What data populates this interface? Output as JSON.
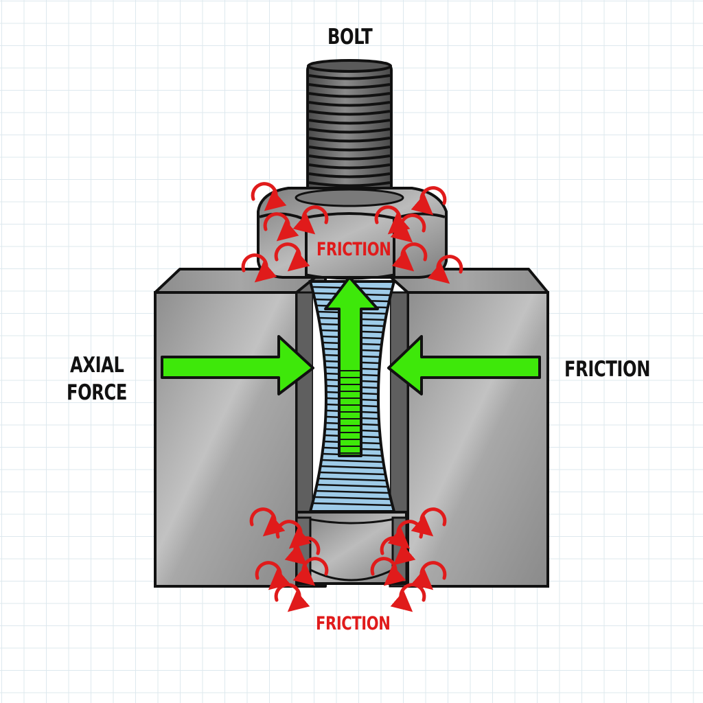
{
  "diagram": {
    "title": "Bolted joint force diagram",
    "labels": {
      "bolt": "BOLT",
      "axial_force_line1": "AXIAL",
      "axial_force_line2": "FORCE",
      "friction_right": "FRICTION",
      "friction_nut": "FRICTION",
      "friction_bottom": "FRICTION"
    },
    "components": [
      {
        "name": "bolt",
        "description": "Threaded bolt shank protruding above nut"
      },
      {
        "name": "top-nut",
        "description": "Hex nut seated on top of clamped blocks"
      },
      {
        "name": "left-block",
        "description": "Left clamped plate"
      },
      {
        "name": "right-block",
        "description": "Right clamped plate"
      },
      {
        "name": "bolt-shank",
        "description": "Necked threaded shank in bore (blue)"
      },
      {
        "name": "bottom-nut",
        "description": "Nut/washer at bottom of bore"
      }
    ],
    "arrows": [
      {
        "name": "clamp-arrow-left",
        "direction": "right",
        "color": "#3ee80a"
      },
      {
        "name": "clamp-arrow-right",
        "direction": "left",
        "color": "#3ee80a"
      },
      {
        "name": "axial-arrow",
        "direction": "up",
        "color": "#3ee80a"
      }
    ],
    "friction_markers": {
      "color": "#e01b1b",
      "symbol": "curved-arrow"
    },
    "colors": {
      "background": "#ffffff",
      "grid": "#dde8ee",
      "steel_light": "#bdbdbd",
      "steel_dark": "#7a7a7a",
      "thread_blue": "#9ecbe8",
      "force_green": "#3ee80a",
      "friction_red": "#e01b1b",
      "outline": "#111111"
    }
  }
}
